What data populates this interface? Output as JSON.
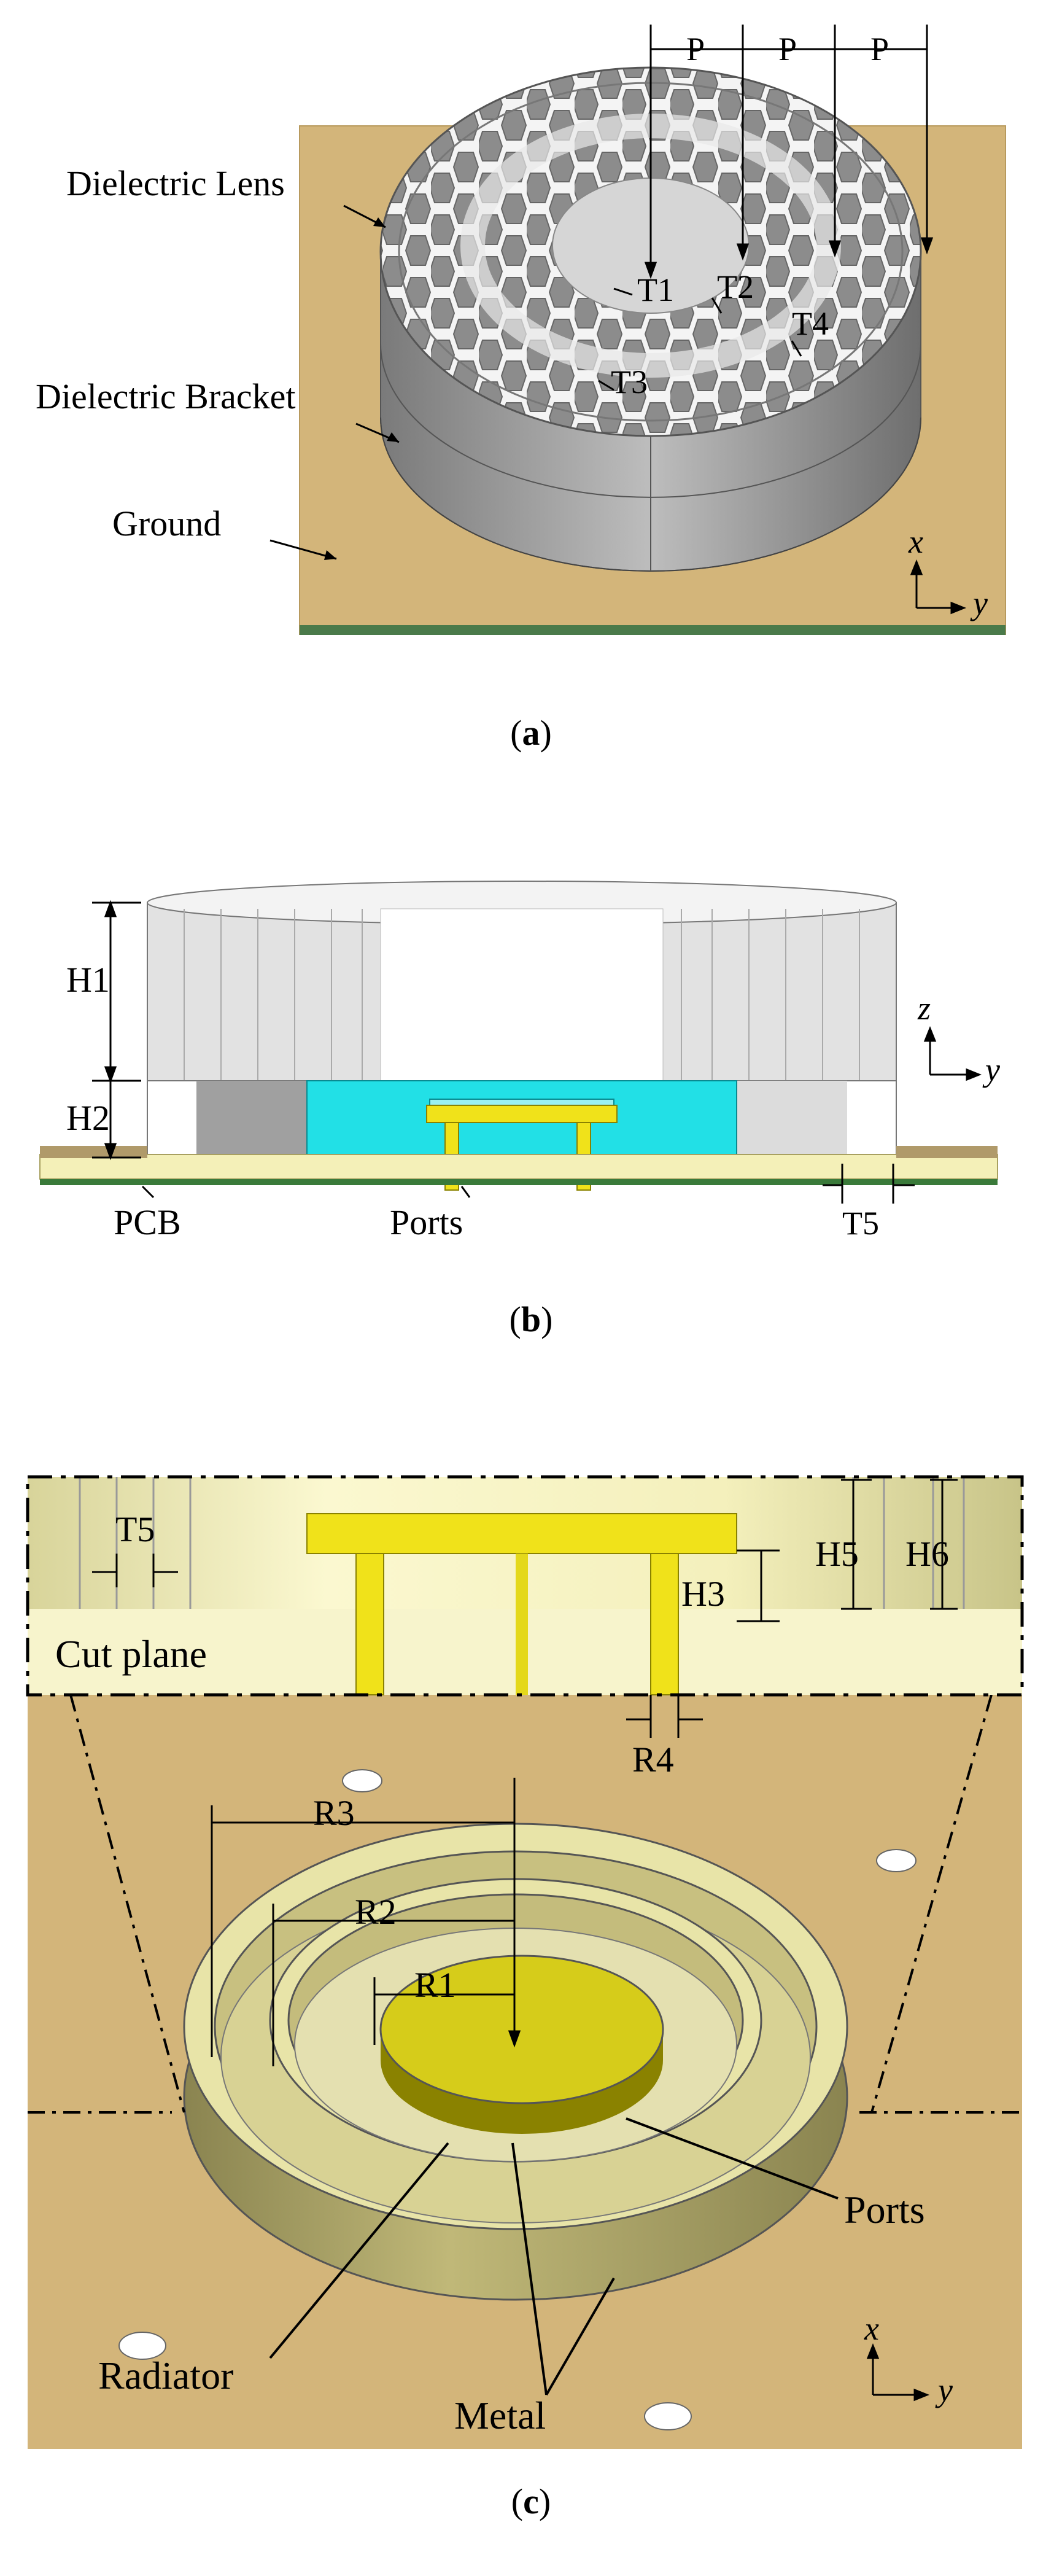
{
  "panel_a": {
    "caption_open": "(",
    "caption_letter": "a",
    "caption_close": ")",
    "labels": {
      "lens": "Dielectric Lens",
      "bracket": "Dielectric Bracket",
      "ground": "Ground",
      "p1": "P",
      "p2": "P",
      "p3": "P",
      "t1": "T1",
      "t2": "T2",
      "t3": "T3",
      "t4": "T4",
      "axis_x": "x",
      "axis_y": "y"
    }
  },
  "panel_b": {
    "caption_open": "(",
    "caption_letter": "b",
    "caption_close": ")",
    "labels": {
      "h1": "H1",
      "h2": "H2",
      "pcb": "PCB",
      "ports": "Ports",
      "t5": "T5",
      "axis_z": "z",
      "axis_y": "y"
    }
  },
  "panel_c": {
    "caption_open": "(",
    "caption_letter": "c",
    "caption_close": ")",
    "labels": {
      "t5": "T5",
      "cut_plane": "Cut plane",
      "h3": "H3",
      "h5": "H5",
      "h6": "H6",
      "r4": "R4",
      "r3": "R3",
      "r2": "R2",
      "r1": "R1",
      "ports": "Ports",
      "radiator": "Radiator",
      "metal": "Metal",
      "axis_x": "x",
      "axis_y": "y"
    }
  },
  "colors": {
    "ground_tan": "#d3b57a",
    "lens_gray": "#9a9a9a",
    "light_gray": "#d8d8d8",
    "cyan": "#22e0e6",
    "yellow": "#f0e21a",
    "cream": "#f4f0b8",
    "olive": "#a8a060",
    "green": "#3a7a3a"
  }
}
